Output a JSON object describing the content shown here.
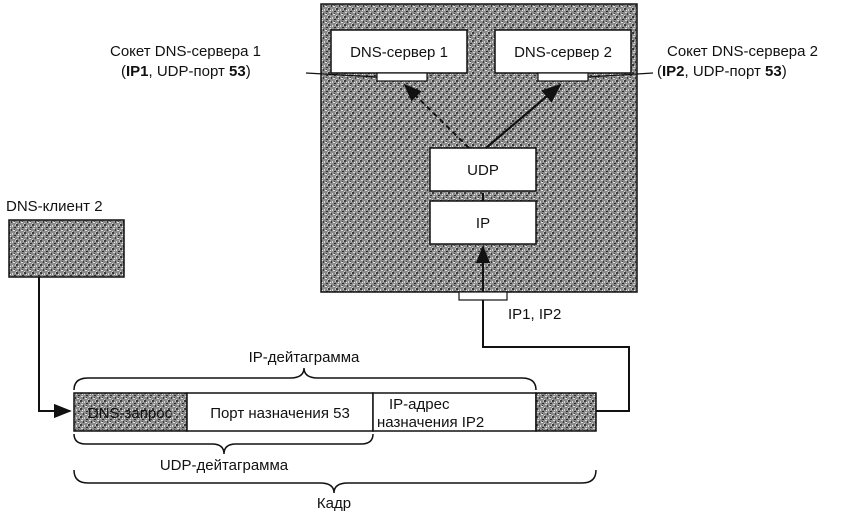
{
  "server_host": {
    "dns_server_1": "DNS-сервер 1",
    "dns_server_2": "DNS-сервер 2",
    "udp": "UDP",
    "ip": "IP",
    "interface_addresses": "IP1, IP2"
  },
  "socket_1": {
    "line1": "Сокет DNS-сервера 1",
    "open": "(",
    "ip": "IP1",
    "mid": ", UDP-порт ",
    "port": "53",
    "close": ")"
  },
  "socket_2": {
    "line1": "Сокет DNS-сервера 2",
    "open": "(",
    "ip": "IP2",
    "mid": ", UDP-порт ",
    "port": "53",
    "close": ")"
  },
  "client": {
    "label": "DNS-клиент 2"
  },
  "frame": {
    "dns_request": "DNS-запрос",
    "dest_port": "Порт назначения 53",
    "dest_ip_line1": "IP-адрес",
    "dest_ip_line2": "назначения IP2"
  },
  "braces": {
    "ip_datagram": "IP-дейтаграмма",
    "udp_datagram": "UDP-дейтаграмма",
    "frame": "Кадр"
  },
  "colors": {
    "stipple_dark": "#3a3a3a",
    "stipple_light": "#d8d8d8",
    "line": "#111111",
    "box_fill": "#ffffff"
  }
}
